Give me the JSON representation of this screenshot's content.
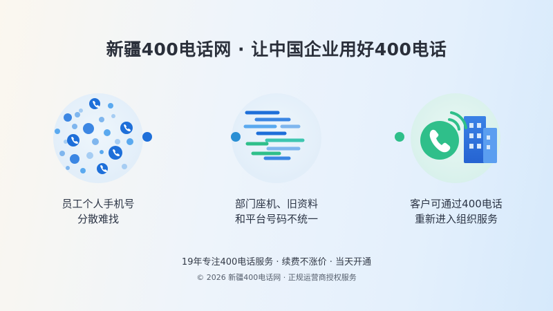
{
  "header": {
    "title": "新疆400电话网 · 让中国企业用好400电话"
  },
  "steps": [
    {
      "line1": "员工个人手机号",
      "line2": "分散难找",
      "icon": "scattered-phones-icon"
    },
    {
      "line1": "部门座机、旧资料",
      "line2": "和平台号码不统一",
      "icon": "messy-lines-icon"
    },
    {
      "line1": "客户可通过400电话",
      "line2": "重新进入组织服务",
      "icon": "phone-building-icon"
    }
  ],
  "footer": {
    "tagline": "19年专注400电话服务 · 续费不涨价 · 当天开通",
    "copyright": "© 2026 新疆400电话网 · 正规运营商授权服务"
  },
  "colors": {
    "blue": "#1e6fd9",
    "light_blue": "#5aa9ef",
    "green": "#2fbf8a",
    "teal": "#3ec6b0"
  }
}
